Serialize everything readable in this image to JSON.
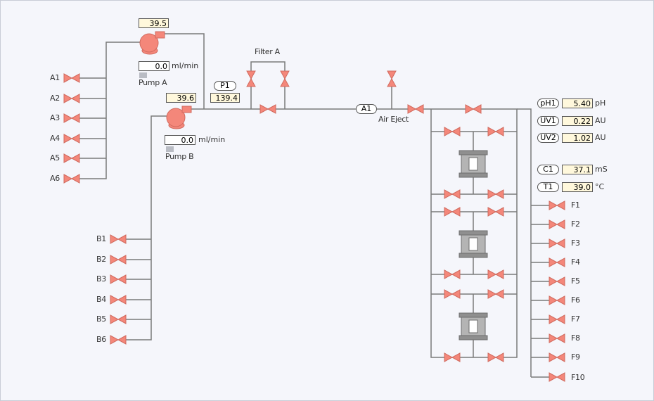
{
  "pumps": {
    "pump_a": {
      "name": "Pump A",
      "setpoint": "39.5",
      "flow": "0.0",
      "flow_unit": "ml/min"
    },
    "pump_b": {
      "name": "Pump B",
      "setpoint": "39.6",
      "flow": "0.0",
      "flow_unit": "ml/min"
    }
  },
  "inlets_a": [
    "A1",
    "A2",
    "A3",
    "A4",
    "A5",
    "A6"
  ],
  "inlets_b": [
    "B1",
    "B2",
    "B3",
    "B4",
    "B5",
    "B6"
  ],
  "pressure": {
    "label": "P1",
    "value": "139.4"
  },
  "filter": {
    "label": "Filter A"
  },
  "air_sensor": {
    "label": "A1",
    "caption": "Air Eject"
  },
  "monitors": [
    {
      "label": "pH1",
      "value": "5.40",
      "unit": "pH"
    },
    {
      "label": "UV1",
      "value": "0.22",
      "unit": "AU"
    },
    {
      "label": "UV2",
      "value": "1.02",
      "unit": "AU"
    },
    {
      "label": "C1",
      "value": "37.1",
      "unit": "mS"
    },
    {
      "label": "T1",
      "value": "39.0",
      "unit": "°C"
    }
  ],
  "fractions": [
    "F1",
    "F2",
    "F3",
    "F4",
    "F5",
    "F6",
    "F7",
    "F8",
    "F9",
    "F10"
  ],
  "colors": {
    "valve": "#f4877a",
    "pump": "#f4877a",
    "line": "#7a7a7a",
    "column": "#8a8a8a"
  }
}
